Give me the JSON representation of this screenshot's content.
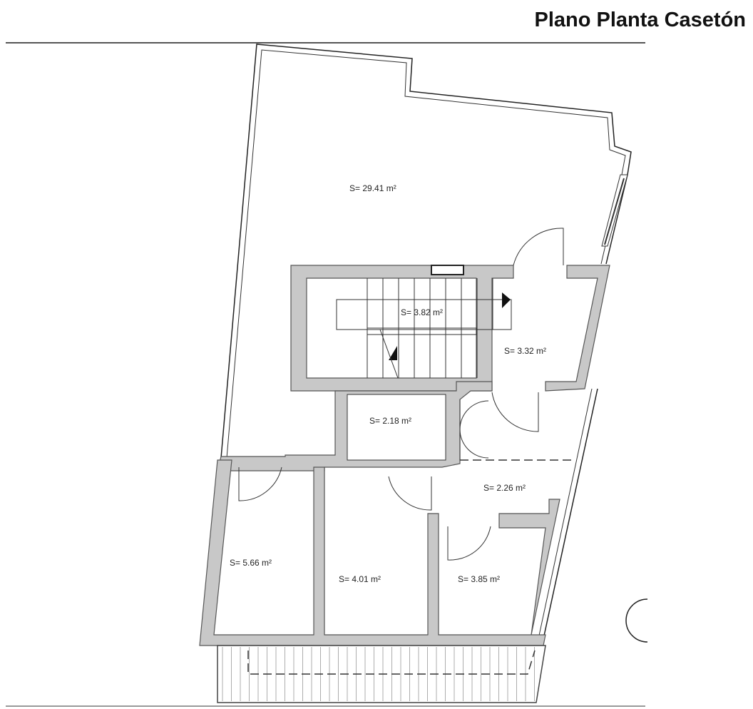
{
  "title": "Plano Planta Casetón",
  "rooms": [
    {
      "id": "main",
      "label": "S= 29.41 m²"
    },
    {
      "id": "stairs",
      "label": "S= 3.82 m²"
    },
    {
      "id": "landing",
      "label": "S= 3.32 m²"
    },
    {
      "id": "small",
      "label": "S= 2.18 m²"
    },
    {
      "id": "hall",
      "label": "S= 2.26 m²"
    },
    {
      "id": "left",
      "label": "S= 5.66 m²"
    },
    {
      "id": "middle",
      "label": "S= 4.01 m²"
    },
    {
      "id": "right",
      "label": "S= 3.85 m²"
    }
  ]
}
